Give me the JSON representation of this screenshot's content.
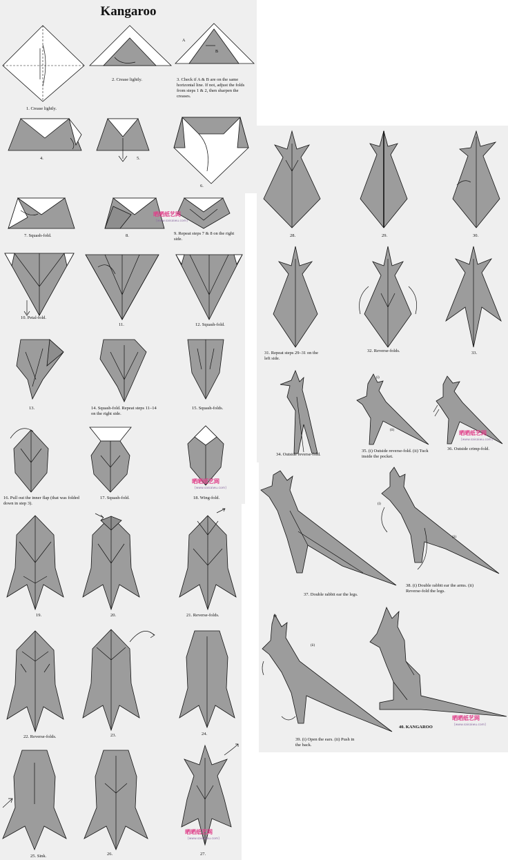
{
  "title": "Kangaroo",
  "watermark": {
    "text": "晒晒纸艺网",
    "url": "[www.saisaiwu.com]"
  },
  "steps": [
    {
      "id": "1",
      "caption": "1.  Crease lightly."
    },
    {
      "id": "2",
      "caption": "2.  Crease lightly."
    },
    {
      "id": "3",
      "caption": "3.  Check if A & B are on the same horizontal line. If not, adjust the folds from steps 1 & 2, then sharpen the creases."
    },
    {
      "id": "4",
      "caption": "4."
    },
    {
      "id": "5",
      "caption": "5."
    },
    {
      "id": "6",
      "caption": "6."
    },
    {
      "id": "7",
      "caption": "7.  Squash-fold."
    },
    {
      "id": "8",
      "caption": "8."
    },
    {
      "id": "9",
      "caption": "9.  Repeat steps 7 & 8 on the right side."
    },
    {
      "id": "10",
      "caption": "10.  Petal-fold."
    },
    {
      "id": "11",
      "caption": "11."
    },
    {
      "id": "12",
      "caption": "12.  Squash-fold."
    },
    {
      "id": "13",
      "caption": "13."
    },
    {
      "id": "14",
      "caption": "14.  Squash-fold.  Repeat steps 11–14 on the right side."
    },
    {
      "id": "15",
      "caption": "15.  Squash-folds."
    },
    {
      "id": "16",
      "caption": "16.  Pull out the inner flap (that was folded down in step 3)."
    },
    {
      "id": "17",
      "caption": "17.  Squash-fold."
    },
    {
      "id": "18",
      "caption": "18.  Wing-fold."
    },
    {
      "id": "19",
      "caption": "19."
    },
    {
      "id": "20",
      "caption": "20."
    },
    {
      "id": "21",
      "caption": "21.  Reverse-folds."
    },
    {
      "id": "22",
      "caption": "22.  Reverse-folds."
    },
    {
      "id": "23",
      "caption": "23."
    },
    {
      "id": "24",
      "caption": "24."
    },
    {
      "id": "25",
      "caption": "25.  Sink."
    },
    {
      "id": "26",
      "caption": "26."
    },
    {
      "id": "27",
      "caption": "27."
    },
    {
      "id": "28",
      "caption": "28."
    },
    {
      "id": "29",
      "caption": "29."
    },
    {
      "id": "30",
      "caption": "30."
    },
    {
      "id": "31",
      "caption": "31.  Repeat steps 29–31 on the left side."
    },
    {
      "id": "32",
      "caption": "32.  Reverse-folds."
    },
    {
      "id": "33",
      "caption": "33."
    },
    {
      "id": "34",
      "caption": "34.  Outside reverse-fold."
    },
    {
      "id": "35",
      "caption": "35.  (i) Outside reverse-fold. (ii) Tuck inside the pocket."
    },
    {
      "id": "36",
      "caption": "36.  Outside crimp-fold."
    },
    {
      "id": "37",
      "caption": "37.  Double rabbit ear the legs."
    },
    {
      "id": "38",
      "caption": "38.  (i) Double rabbit ear the arms. (ii) Reverse-fold the legs."
    },
    {
      "id": "39",
      "caption": "39.  (i) Open the ears. (ii) Push in the back."
    },
    {
      "id": "40",
      "caption": "40.  KANGAROO"
    }
  ],
  "labels": {
    "a": "A",
    "b": "B",
    "i": "(i)",
    "ii": "(ii)"
  }
}
